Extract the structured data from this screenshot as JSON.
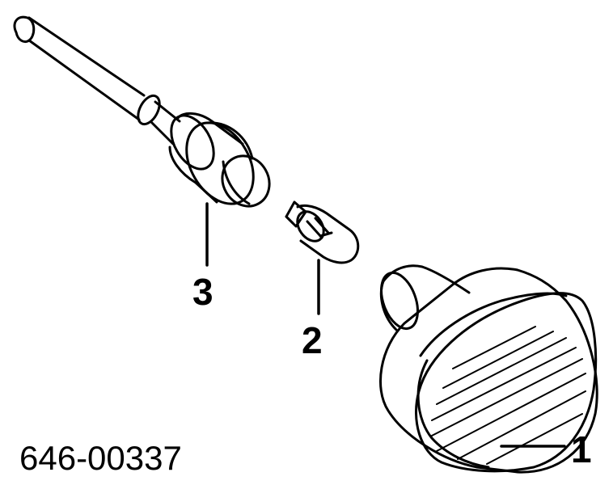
{
  "callouts": {
    "part_1": "1",
    "part_2": "2",
    "part_3": "3"
  },
  "part_number": "646-00337",
  "colors": {
    "ink": "#000000",
    "background": "#ffffff"
  }
}
